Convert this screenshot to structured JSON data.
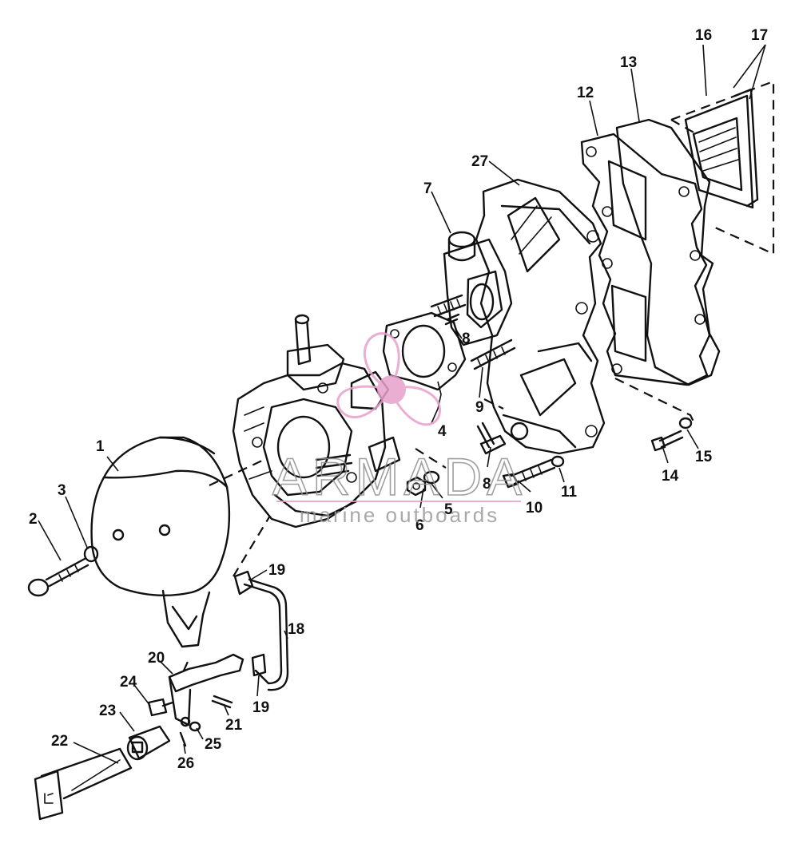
{
  "callouts": [
    {
      "label": "1"
    },
    {
      "label": "2"
    },
    {
      "label": "3"
    },
    {
      "label": "4"
    },
    {
      "label": "5"
    },
    {
      "label": "6"
    },
    {
      "label": "7"
    },
    {
      "label": "8"
    },
    {
      "label": "8"
    },
    {
      "label": "9"
    },
    {
      "label": "10"
    },
    {
      "label": "11"
    },
    {
      "label": "12"
    },
    {
      "label": "13"
    },
    {
      "label": "14"
    },
    {
      "label": "15"
    },
    {
      "label": "16"
    },
    {
      "label": "17"
    },
    {
      "label": "18"
    },
    {
      "label": "19"
    },
    {
      "label": "19"
    },
    {
      "label": "20"
    },
    {
      "label": "21"
    },
    {
      "label": "22"
    },
    {
      "label": "23"
    },
    {
      "label": "24"
    },
    {
      "label": "25"
    },
    {
      "label": "26"
    },
    {
      "label": "27"
    }
  ],
  "watermark": {
    "brand": "ARMADA",
    "tagline": "marine outboards",
    "logo_color": "#e8a0cc"
  }
}
